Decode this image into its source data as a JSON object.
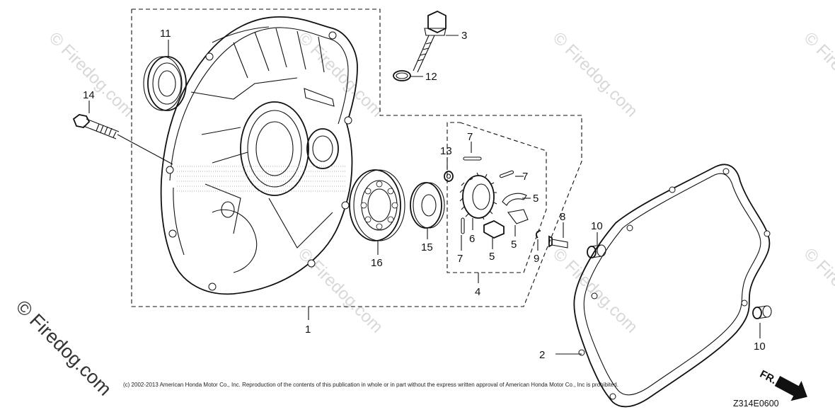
{
  "callouts": {
    "c1": "1",
    "c2": "2",
    "c3": "3",
    "c4": "4",
    "c5a": "5",
    "c5b": "5",
    "c5c": "5",
    "c6": "6",
    "c7a": "7",
    "c7b": "7",
    "c7c": "7",
    "c8": "8",
    "c9": "9",
    "c10a": "10",
    "c10b": "10",
    "c11": "11",
    "c12": "12",
    "c13": "13",
    "c14": "14",
    "c15": "15",
    "c16": "16"
  },
  "watermark": {
    "text": "© Firedog.com",
    "faint": "© Firedog.com"
  },
  "front_indicator": "FR.",
  "copyright": "(c) 2002-2013 American Honda Motor Co., Inc. Reproduction of the contents of this publication in whole or in part without the express written approval of American Honda Motor Co., Inc is prohibited.",
  "diagram_code": "Z314E0600"
}
